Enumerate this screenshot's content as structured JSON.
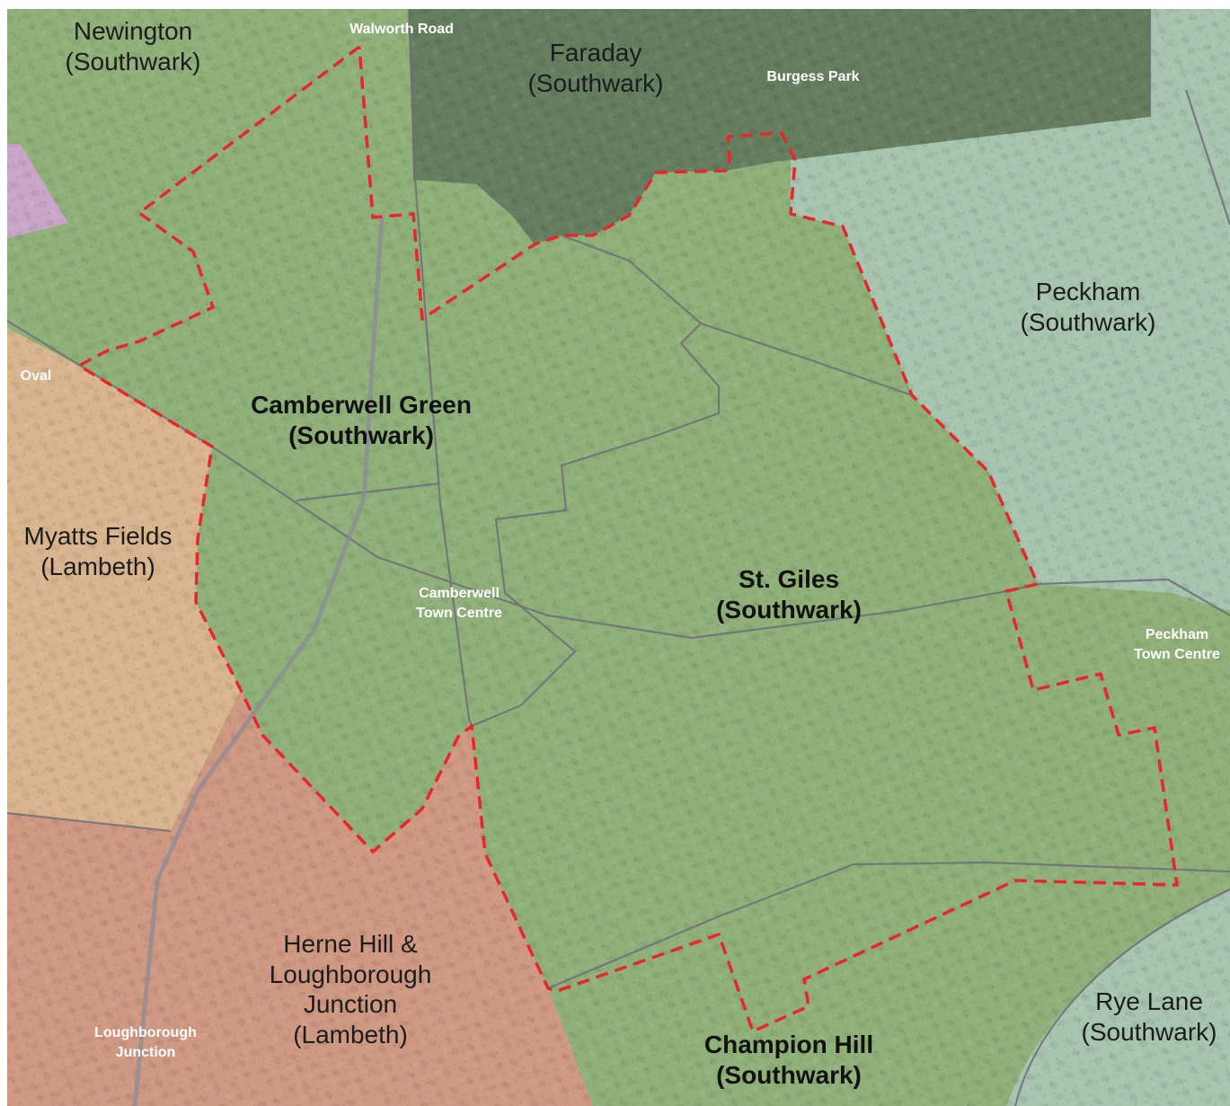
{
  "map": {
    "colors": {
      "southwark_green": "#8fb079",
      "faraday_dark": "#5f7a5a",
      "peckham_blue_green": "#a6c4b0",
      "lambeth_peach": "#d8b58e",
      "lambeth_pink": "#cf9883",
      "lambeth_lilac": "#c9a6c9",
      "boundary_red": "#e8262d",
      "road_grey": "#6e6e78"
    },
    "wards": [
      {
        "id": "newington",
        "name": "Newington",
        "borough": "(Southwark)",
        "bold": false
      },
      {
        "id": "faraday",
        "name": "Faraday",
        "borough": "(Southwark)",
        "bold": false
      },
      {
        "id": "peckham",
        "name": "Peckham",
        "borough": "(Southwark)",
        "bold": false
      },
      {
        "id": "camberwell-green",
        "name": "Camberwell Green",
        "borough": "(Southwark)",
        "bold": true
      },
      {
        "id": "myatts-fields",
        "name": "Myatts Fields",
        "borough": "(Lambeth)",
        "bold": false
      },
      {
        "id": "st-giles",
        "name": "St. Giles",
        "borough": "(Southwark)",
        "bold": true
      },
      {
        "id": "herne-hill",
        "name_lines": [
          "Herne Hill &",
          "Loughborough",
          "Junction"
        ],
        "borough": "(Lambeth)",
        "bold": false
      },
      {
        "id": "champion-hill",
        "name": "Champion Hill",
        "borough": "(Southwark)",
        "bold": true
      },
      {
        "id": "rye-lane",
        "name": "Rye Lane",
        "borough": "(Southwark)",
        "bold": false
      }
    ],
    "places": {
      "walworth_road": "Walworth Road",
      "burgess_park": "Burgess Park",
      "oval": "Oval",
      "camberwell_town_centre": [
        "Camberwell",
        "Town Centre"
      ],
      "peckham_town_centre": [
        "Peckham",
        "Town Centre"
      ],
      "loughborough_junction": [
        "Loughborough",
        "Junction"
      ]
    }
  }
}
